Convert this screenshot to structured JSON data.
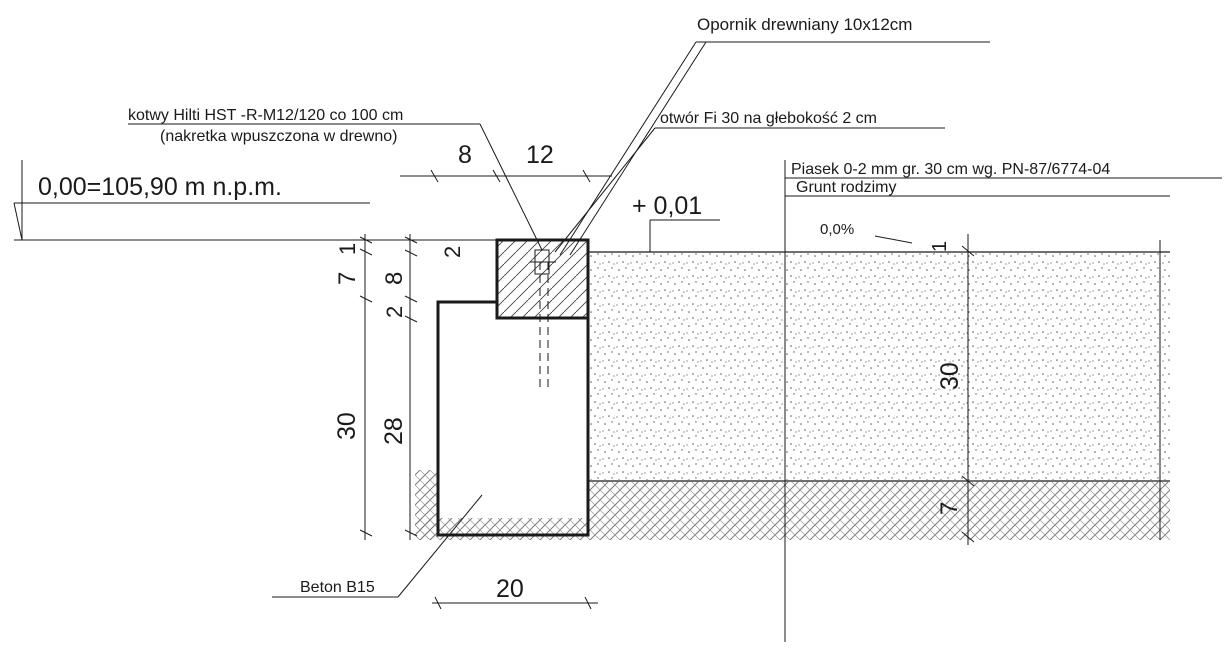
{
  "labels": {
    "title_opornik": "Opornik  drewniany  10x12cm",
    "kotwy": "kotwy Hilti HST -R-M12/120  co 100 cm",
    "nakretka": "(nakretka wpuszczona w drewno)",
    "otwor": "otwór Fi 30 na głebokość 2 cm",
    "piasek": "Piasek 0-2 mm gr. 30 cm wg. PN-87/6774-04",
    "grunt": "Grunt rodzimy",
    "level": "0,00=105,90 m n.p.m.",
    "beton": "Beton B15",
    "plus001": "+ 0,01",
    "slope": "0,0%"
  },
  "dimensions": {
    "top_8": "8",
    "top_12": "12",
    "bottom_20": "20",
    "left_7": "7",
    "left_1": "1",
    "left_30": "30",
    "mid_2_top": "2",
    "mid_8": "8",
    "mid_2": "2",
    "mid_28": "28",
    "right_1": "1",
    "right_30": "30",
    "right_7": "7"
  },
  "colors": {
    "ink": "#1a1a1a",
    "sand_dot": "#555555",
    "hatch": "#7a7a7a"
  }
}
